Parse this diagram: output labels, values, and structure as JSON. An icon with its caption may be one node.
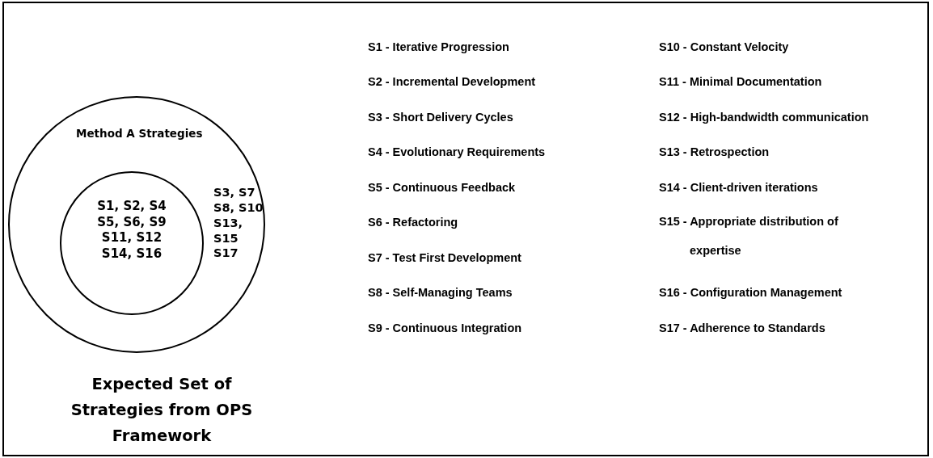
{
  "diagram": {
    "nodes": [
      {
        "text": [
          "Method A Strategies",
          "S3, S7 S8, S10 S13, S15 S17"
        ],
        "beside": [
          "Expected Set of Strategies from OPS Framework"
        ]
      },
      {
        "text": [
          "S1, S2, S4 S5, S6, S9 S11, S12 S14, S16"
        ],
        "in": 0
      }
    ],
    "labels": [
      "S1 - Iterative Progression",
      "S2 - Incremental Development",
      "S3 - Short Delivery Cycles",
      "S4 - Evolutionary Requirements",
      "S5 - Continuous Feedback",
      "S6 - Refactoring",
      "S7 - Test First Development",
      "S8 - Self-Managing Teams",
      "S9 - Continuous Integration",
      "S10 - Constant Velocity",
      "S11 - Minimal Documentation",
      "S12 - High-bandwidth communication",
      "S13 - Retrospection",
      "S14 - Client-driven iterations",
      "S15 - Appropriate distribution of expertise",
      "S16 - Configuration Management",
      "S17 - Adherence to Standards"
    ]
  }
}
